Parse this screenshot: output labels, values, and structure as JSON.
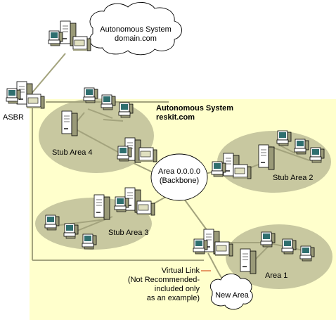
{
  "labels": {
    "external_as_line1": "Autonomous System",
    "external_as_line2": "domain.com",
    "asbr": "ASBR",
    "internal_as_line1": "Autonomous System",
    "internal_as_line2": "reskit.com",
    "stub_area_4": "Stub Area 4",
    "stub_area_2": "Stub Area 2",
    "stub_area_3": "Stub Area 3",
    "area_1": "Area 1",
    "backbone_line1": "Area 0.0.0.0",
    "backbone_line2": "(Backbone)",
    "virtual_link_line1": "Virtual Link",
    "virtual_link_line2": "(Not Recommended-",
    "virtual_link_line3": "included only",
    "virtual_link_line4": "as an example)",
    "new_area": "New Area"
  },
  "colors": {
    "as_region": "#ffffcc",
    "area_fill": "#c8c8a0",
    "link_line": "#a3a37d",
    "virtual_link": "#cc3300",
    "backbone_fill": "#ffffff"
  }
}
